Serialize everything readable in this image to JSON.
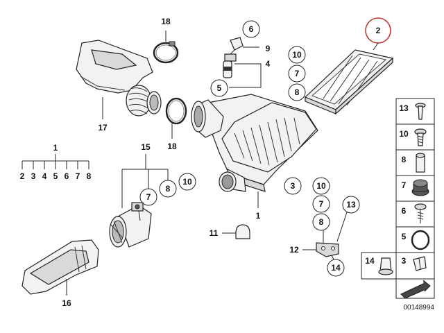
{
  "diagram_code": "00148994",
  "labels": {
    "p18a": "18",
    "p17": "17",
    "p6": "6",
    "p9": "9",
    "p4": "4",
    "p5": "5",
    "p10a": "10",
    "p7a": "7",
    "p8a": "8",
    "p2": "2",
    "p18b": "18",
    "p1group": "1",
    "g2": "2",
    "g3": "3",
    "g4": "4",
    "g5": "5",
    "g6": "6",
    "g7": "7",
    "g8": "8",
    "p15": "15",
    "p7b": "7",
    "p8b": "8",
    "p10b": "10",
    "p3": "3",
    "p1": "1",
    "p10c": "10",
    "p7c": "7",
    "p8c": "8",
    "p13": "13",
    "p11": "11",
    "p12": "12",
    "p14": "14",
    "p16": "16"
  },
  "hardware_panel": [
    {
      "num": "13",
      "icon": "push-rivet-icon"
    },
    {
      "num": "10",
      "icon": "screw-icon"
    },
    {
      "num": "8",
      "icon": "spacer-sleeve-icon"
    },
    {
      "num": "7",
      "icon": "rubber-grommet-icon"
    },
    {
      "num": "6",
      "icon": "plastic-screw-icon"
    },
    {
      "num": "5",
      "icon": "hose-clamp-icon"
    },
    {
      "num": "3",
      "icon": "clip-icon"
    }
  ],
  "hardware_panel_extra": {
    "num": "14",
    "icon": "clip-nut-icon"
  }
}
